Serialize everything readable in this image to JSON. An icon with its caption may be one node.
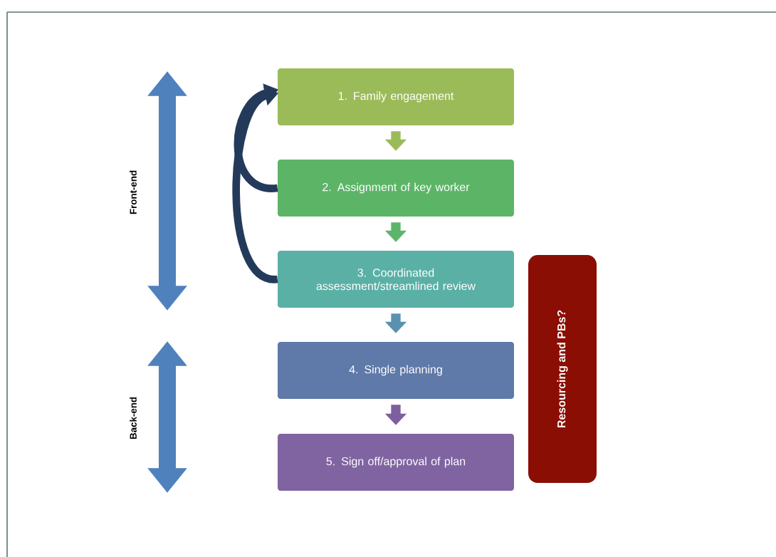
{
  "diagram": {
    "nodes": [
      {
        "text": [
          "1. Family engagement"
        ]
      },
      {
        "text": [
          "2. Assignment of key worker"
        ]
      },
      {
        "text": [
          "3. Coordinated assessment/streamlined review"
        ]
      },
      {
        "text": [
          "4. Single planning"
        ]
      },
      {
        "text": [
          "5. Sign off/approval of plan"
        ]
      },
      {
        "text": [
          "Resourcing and PBs?"
        ]
      }
    ],
    "edges": [
      {
        "from": 0,
        "to": 1,
        "arrow": "to",
        "color": "#9bbb59"
      },
      {
        "from": 1,
        "to": 2,
        "arrow": "to",
        "color": "#5db56a"
      },
      {
        "from": 2,
        "to": 3,
        "arrow": "to",
        "color": "#5b91b0"
      },
      {
        "from": 3,
        "to": 4,
        "arrow": "to",
        "color": "#7e5fa0"
      },
      {
        "from": 1,
        "to": 0,
        "arrow": "to",
        "color": "#243a5a"
      },
      {
        "from": 2,
        "to": 0,
        "arrow": "to",
        "color": "#243a5a"
      }
    ],
    "labels": [
      "Front-end",
      "Back-end"
    ]
  }
}
